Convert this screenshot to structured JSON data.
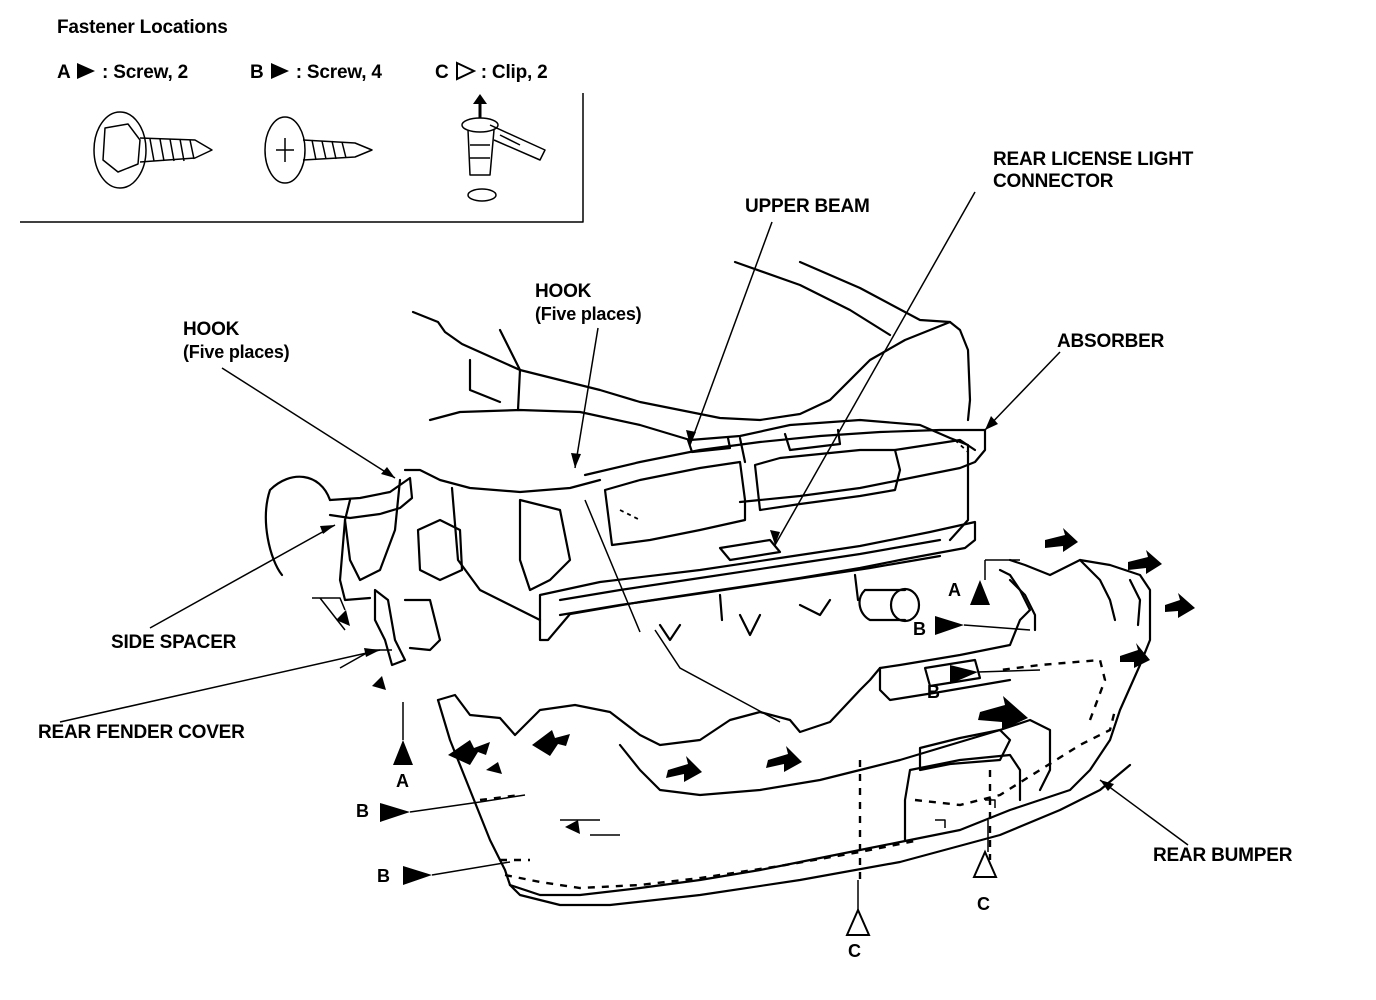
{
  "legend": {
    "title": "Fastener Locations",
    "items": [
      {
        "letter": "A",
        "marker": "filled-triangle",
        "text": ": Screw, 2"
      },
      {
        "letter": "B",
        "marker": "filled-triangle",
        "text": ": Screw, 4"
      },
      {
        "letter": "C",
        "marker": "open-triangle",
        "text": ": Clip, 2"
      }
    ]
  },
  "labels": {
    "rear_license_light_connector": [
      "REAR LICENSE LIGHT",
      "CONNECTOR"
    ],
    "upper_beam": "UPPER BEAM",
    "hook_center": [
      "HOOK",
      "(Five places)"
    ],
    "hook_left": [
      "HOOK",
      "(Five places)"
    ],
    "absorber": "ABSORBER",
    "side_spacer": "SIDE SPACER",
    "rear_fender_cover": "REAR FENDER COVER",
    "rear_bumper": "REAR BUMPER"
  },
  "callouts": {
    "a_right": "A",
    "b_right_upper": "B",
    "b_right_lower": "B",
    "a_left": "A",
    "b_left_upper": "B",
    "b_left_lower": "B",
    "c_center": "C",
    "c_right": "C"
  },
  "icons": {
    "screw_a": "flange-bolt-screw-icon",
    "screw_b": "phillips-screw-icon",
    "clip_c": "push-clip-icon"
  }
}
